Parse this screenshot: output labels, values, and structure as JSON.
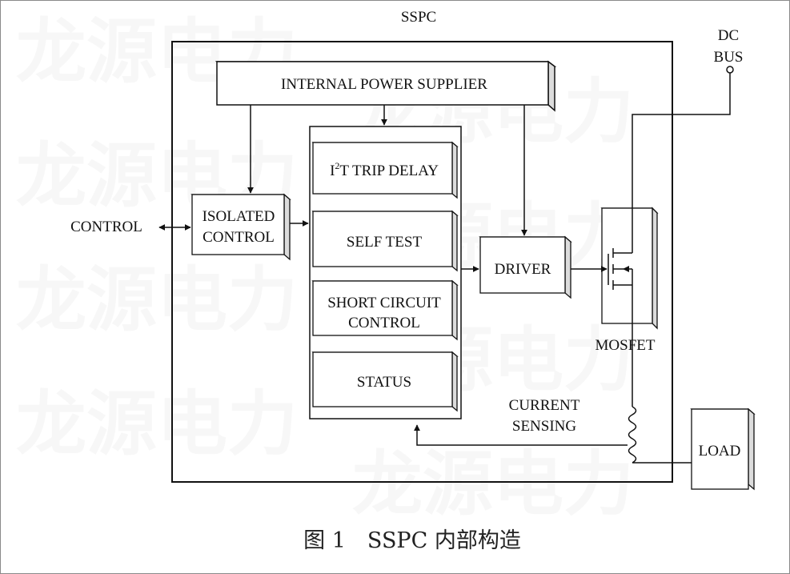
{
  "watermark": "龙源电力",
  "diagram": {
    "outer_label": "SSPC",
    "dc_bus": [
      "DC",
      "BUS"
    ],
    "blocks": {
      "power_supplier": "INTERNAL POWER SUPPLIER",
      "i2t_prefix": "I",
      "i2t_superscript": "2",
      "i2t_rest": "T TRIP DELAY",
      "self_test": "SELF TEST",
      "short_circuit": [
        "SHORT CIRCUIT",
        "CONTROL"
      ],
      "status": "STATUS",
      "isolated_control": [
        "ISOLATED",
        "CONTROL"
      ],
      "driver": "DRIVER",
      "load": "LOAD"
    },
    "labels": {
      "control": "CONTROL",
      "mosfet": "MOSFET",
      "current_sensing": [
        "CURRENT",
        "SENSING"
      ]
    }
  },
  "caption": "图 1　SSPC 内部构造"
}
